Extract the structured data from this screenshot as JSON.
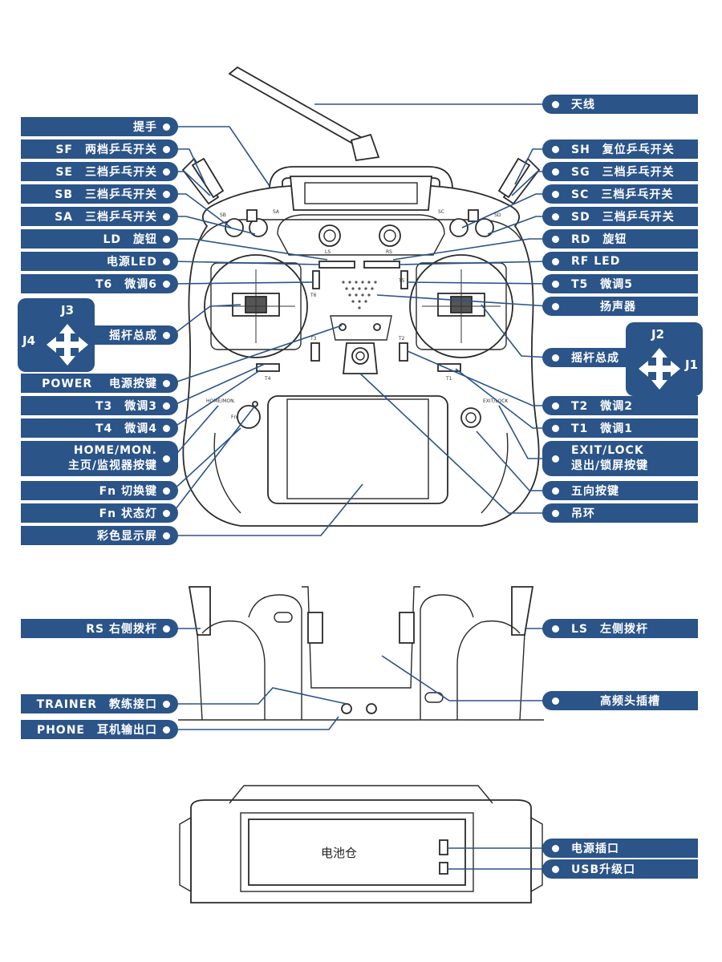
{
  "labels_left": [
    {
      "id": "handle",
      "text": "提手"
    },
    {
      "id": "sf",
      "text": "SF　两档乒乓开关"
    },
    {
      "id": "se",
      "text": "SE　三档乒乓开关"
    },
    {
      "id": "sb",
      "text": "SB　三档乒乓开关"
    },
    {
      "id": "sa",
      "text": "SA　三档乒乓开关"
    },
    {
      "id": "ld",
      "text": "LD　旋钮"
    },
    {
      "id": "power-led",
      "text": "电源LED"
    },
    {
      "id": "t6",
      "text": "T6　微调6"
    },
    {
      "id": "stick-left",
      "text": "摇杆总成"
    },
    {
      "id": "power",
      "text": "POWER　 电源按键"
    },
    {
      "id": "t3",
      "text": "T3　微调3"
    },
    {
      "id": "t4",
      "text": "T4　微调4"
    },
    {
      "id": "home",
      "text": "HOME/MON.",
      "text2": "主页/监视器按键"
    },
    {
      "id": "fn",
      "text": "Fn 切换键"
    },
    {
      "id": "fn-led",
      "text": "Fn 状态灯"
    },
    {
      "id": "screen",
      "text": "彩色显示屏"
    },
    {
      "id": "rs",
      "text": "RS 右侧拨杆"
    },
    {
      "id": "trainer",
      "text": "TRAINER　教练接口"
    },
    {
      "id": "phone",
      "text": "PHONE　耳机输出口"
    }
  ],
  "labels_right": [
    {
      "id": "antenna",
      "text": "天线"
    },
    {
      "id": "sh",
      "text": "SH　复位乒乓开关"
    },
    {
      "id": "sg",
      "text": "SG　三档乒乓开关"
    },
    {
      "id": "sc",
      "text": "SC　三档乒乓开关"
    },
    {
      "id": "sd",
      "text": "SD　三档乒乓开关"
    },
    {
      "id": "rd",
      "text": "RD　旋钮"
    },
    {
      "id": "rf-led",
      "text": "RF LED"
    },
    {
      "id": "t5",
      "text": "T5　微调5"
    },
    {
      "id": "speaker",
      "text": "扬声器"
    },
    {
      "id": "stick-right",
      "text": "摇杆总成"
    },
    {
      "id": "t2",
      "text": "T2　微调2"
    },
    {
      "id": "t1",
      "text": "T1　微调1"
    },
    {
      "id": "exit",
      "text": "EXIT/LOCK",
      "text2": "退出/锁屏按键"
    },
    {
      "id": "nav",
      "text": "五向按键"
    },
    {
      "id": "lanyard",
      "text": "吊环"
    },
    {
      "id": "ls",
      "text": "LS　左侧拨杆"
    },
    {
      "id": "rf-slot",
      "text": "高频头插槽"
    },
    {
      "id": "power-jack",
      "text": "电源插口"
    },
    {
      "id": "usb",
      "text": "USB升级口"
    }
  ],
  "joystick_left": {
    "top": "J3",
    "left": "J4"
  },
  "joystick_right": {
    "top": "J2",
    "right": "J1"
  },
  "battery_label": "电池仓",
  "device_marks": {
    "ls": "LS",
    "rs": "RS",
    "t6": "T6",
    "t5": "T5",
    "t3": "T3",
    "t2": "T2",
    "t4": "T4",
    "t1": "T1",
    "home": "HOME/MON.",
    "exit": "EXIT/LOCK",
    "fn": "Fn",
    "sb": "SB",
    "sa": "SA",
    "sc": "SC",
    "sd": "SD"
  },
  "colors": {
    "label_bg": "#2b5488",
    "label_text": "#ffffff",
    "line": "#2a2a2a"
  }
}
